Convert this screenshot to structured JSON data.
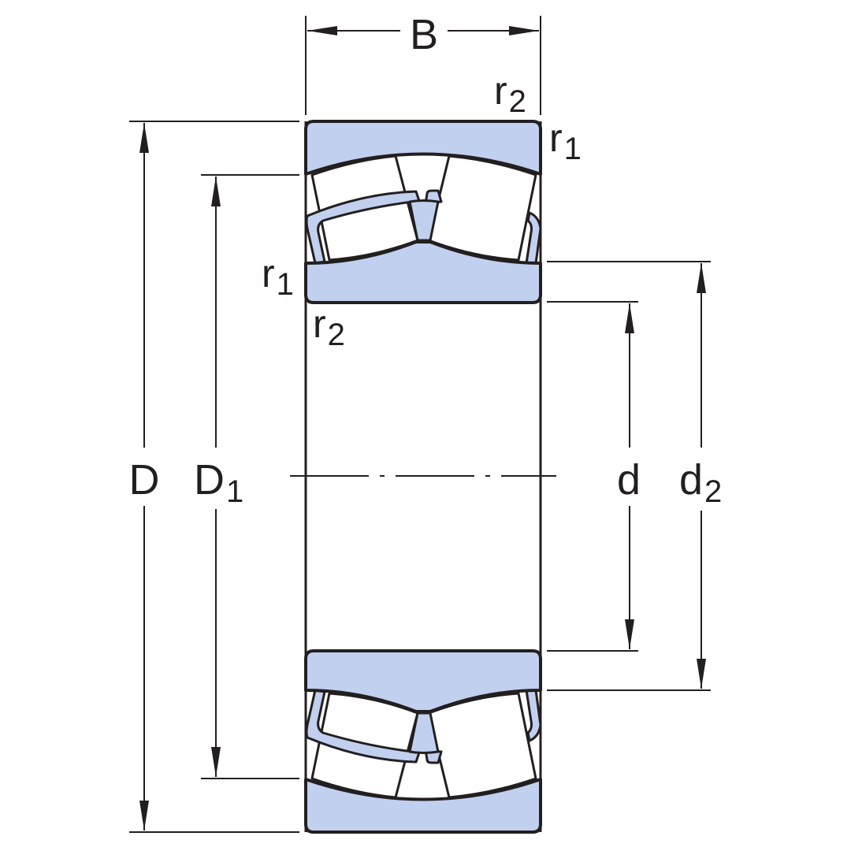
{
  "labels": {
    "B": "B",
    "D": "D",
    "D1_main": "D",
    "D1_sub": "1",
    "d": "d",
    "d2_main": "d",
    "d2_sub": "2",
    "r2_top_main": "r",
    "r2_top_sub": "2",
    "r1_top_main": "r",
    "r1_top_sub": "1",
    "r1_left_main": "r",
    "r1_left_sub": "1",
    "r2_left_main": "r",
    "r2_left_sub": "2"
  },
  "colors": {
    "fill": "#c1d0ee",
    "stroke": "#231f20",
    "background": "#ffffff"
  }
}
